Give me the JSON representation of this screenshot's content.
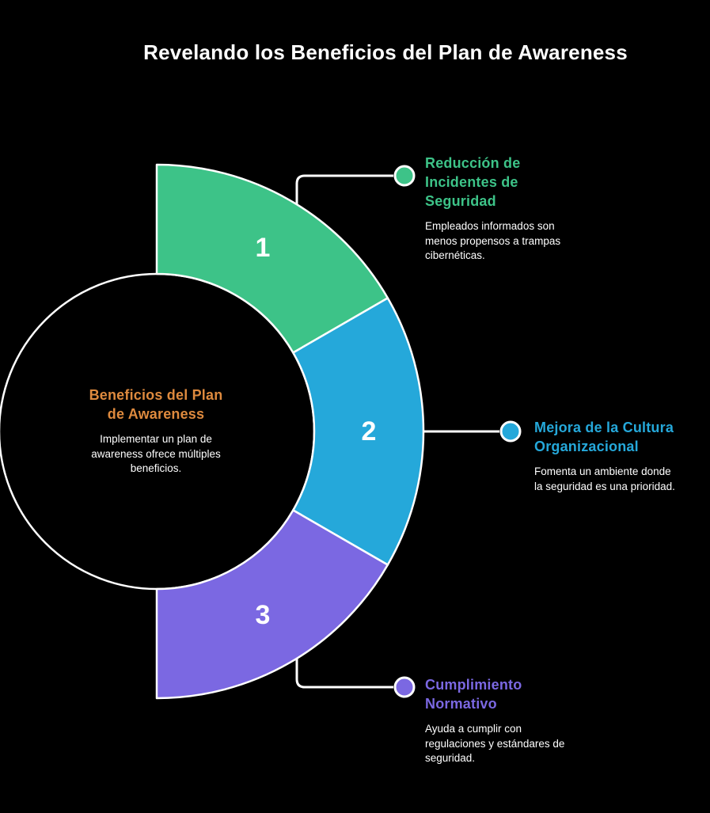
{
  "title": "Revelando los Beneficios del Plan de Awareness",
  "colors": {
    "background": "#000000",
    "white": "#ffffff",
    "orange": "#DE8A3E",
    "green": "#3DC388",
    "blue": "#25A8DA",
    "purple": "#7B68E2"
  },
  "center": {
    "heading_lines": [
      "Beneficios del Plan",
      "de Awareness"
    ],
    "body_lines": [
      "Implementar un plan de",
      "awareness ofrece múltiples",
      "beneficios."
    ]
  },
  "items": [
    {
      "number": "1",
      "color": "#3DC388",
      "heading_lines": [
        "Reducción de",
        "Incidentes de",
        "Seguridad"
      ],
      "body_lines": [
        "Empleados informados son",
        "menos propensos a trampas",
        "cibernéticas."
      ]
    },
    {
      "number": "2",
      "color": "#25A8DA",
      "heading_lines": [
        "Mejora de la Cultura",
        "Organizacional"
      ],
      "body_lines": [
        "Fomenta un ambiente donde",
        "la seguridad es una prioridad."
      ]
    },
    {
      "number": "3",
      "color": "#7B68E2",
      "heading_lines": [
        "Cumplimiento",
        "Normativo"
      ],
      "body_lines": [
        "Ayuda a cumplir con",
        "regulaciones y estándares de",
        "seguridad."
      ]
    }
  ]
}
